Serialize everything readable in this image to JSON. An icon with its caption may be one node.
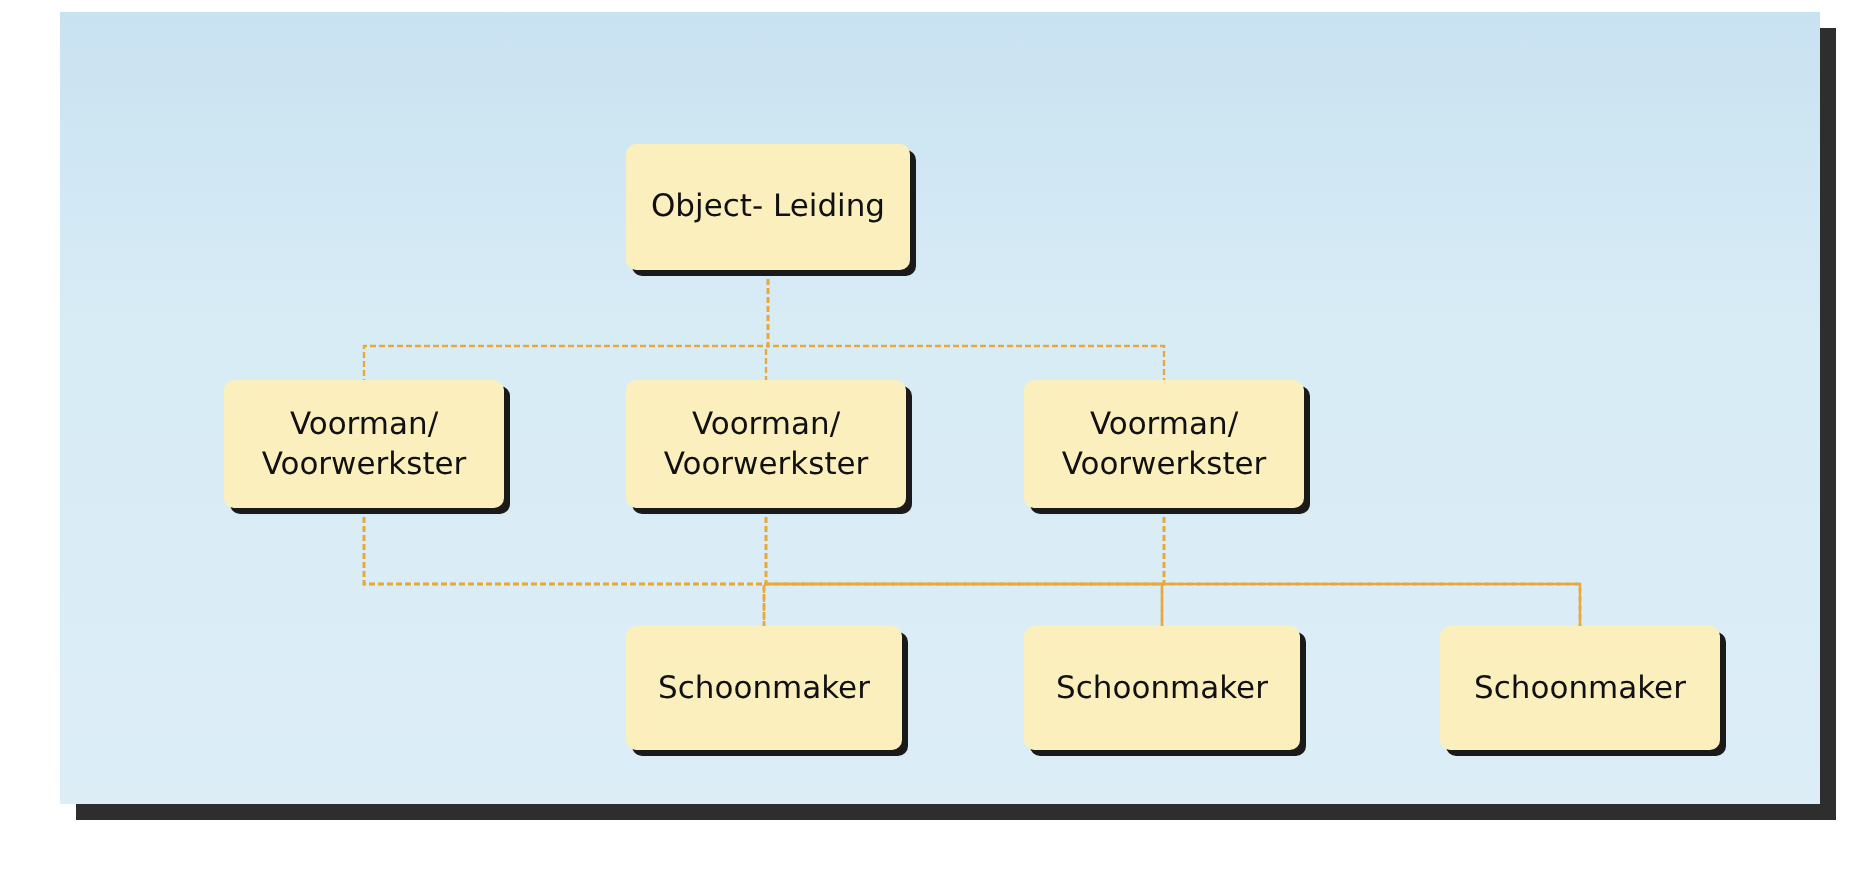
{
  "diagram": {
    "nodes": [
      {
        "text": [
          "Object- Leiding"
        ]
      },
      {
        "text": [
          "Voorman/ Voorwerkster"
        ]
      },
      {
        "text": [
          "Voorman/ Voorwerkster"
        ]
      },
      {
        "text": [
          "Voorman/ Voorwerkster"
        ]
      },
      {
        "text": [
          "Schoonmaker"
        ]
      },
      {
        "text": [
          "Schoonmaker"
        ]
      },
      {
        "text": [
          "Schoonmaker"
        ]
      }
    ],
    "edges": [
      {
        "from": 0,
        "to": 1,
        "arrow": "none"
      },
      {
        "from": 0,
        "to": 2,
        "arrow": "none"
      },
      {
        "from": 0,
        "to": 3,
        "arrow": "none"
      },
      {
        "from": 1,
        "to": 4,
        "arrow": "none"
      },
      {
        "from": 1,
        "to": 5,
        "arrow": "none"
      },
      {
        "from": 1,
        "to": 6,
        "arrow": "none"
      },
      {
        "from": 2,
        "to": 4,
        "arrow": "none"
      },
      {
        "from": 2,
        "to": 5,
        "arrow": "none"
      },
      {
        "from": 2,
        "to": 6,
        "arrow": "none"
      },
      {
        "from": 3,
        "to": 4,
        "arrow": "none"
      },
      {
        "from": 3,
        "to": 5,
        "arrow": "none"
      },
      {
        "from": 3,
        "to": 6,
        "arrow": "none"
      }
    ]
  }
}
